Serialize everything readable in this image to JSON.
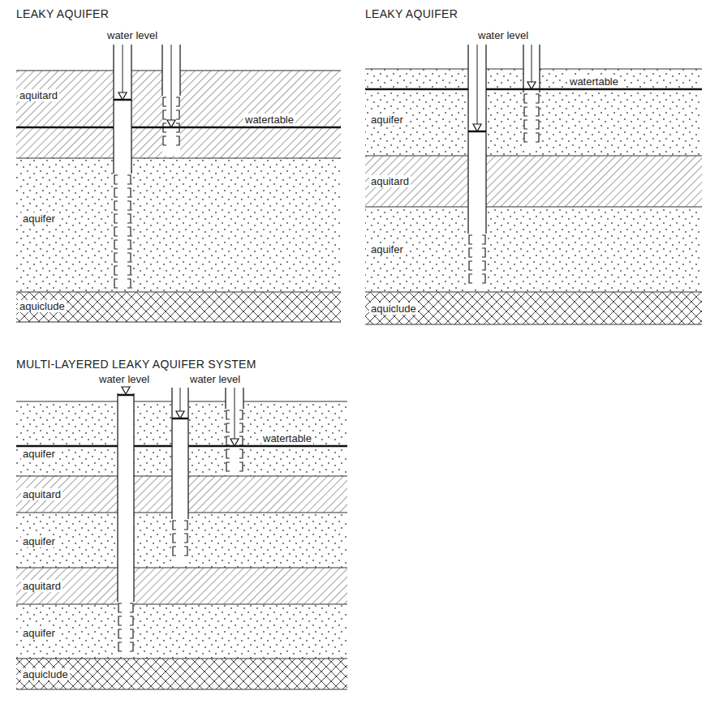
{
  "diagram": {
    "labels": [
      "LEAKY AQUIFER",
      "water level",
      "watertable",
      "aquitard",
      "aquifer",
      "aquiclude",
      "LEAKY AQUIFER",
      "water level",
      "watertable",
      "aquifer",
      "aquitard",
      "aquifer",
      "aquiclude",
      "MULTI-LAYERED LEAKY AQUIFER SYSTEM",
      "water level",
      "water level",
      "watertable",
      "aquifer",
      "aquitard",
      "aquifer",
      "aquitard",
      "aquifer",
      "aquiclude"
    ]
  }
}
